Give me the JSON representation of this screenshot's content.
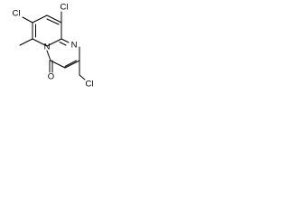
{
  "structure": {
    "labels": {
      "chloro_top_left": "Cl",
      "chloro_top_right": "Cl",
      "nitrogen_ring": "N",
      "nitrogen_imine": "N",
      "carbonyl_oxygen": "O",
      "chloromethyl_chlorine": "Cl"
    }
  }
}
